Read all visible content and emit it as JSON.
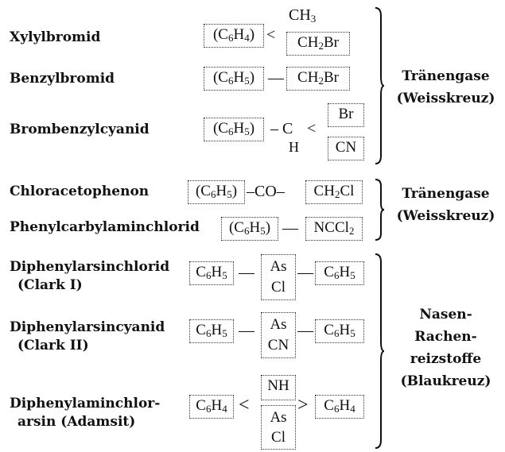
{
  "rows": [
    {
      "name": "Xylylbromid",
      "f": {
        "core": "(C6H4)",
        "op": "<",
        "top": "CH3",
        "bot": "CH2Br"
      }
    },
    {
      "name": "Benzylbromid",
      "f": {
        "core": "(C6H5)",
        "op": "—",
        "r": "CH2Br"
      }
    },
    {
      "name": "Brombenzylcyanid",
      "f": {
        "core": "(C6H5)",
        "op": "– C",
        "h": "H",
        "op2": "<",
        "top": "Br",
        "bot": "CN"
      }
    },
    {
      "name": "Chloracetophenon",
      "f": {
        "core": "(C6H5)",
        "mid": "–CO–",
        "r": "CH2Cl"
      }
    },
    {
      "name": "Phenylcarbylaminchlorid",
      "f": {
        "core": "(C6H5)",
        "op": "—",
        "r": "NCCl2"
      }
    },
    {
      "name": "Diphenylarsinchlorid",
      "sub": "(Clark I)",
      "f": {
        "l": "C6H5",
        "op": "—",
        "top": "As",
        "bot": "Cl",
        "op2": "—",
        "r": "C6H5"
      }
    },
    {
      "name": "Diphenylarsincyanid",
      "sub": "(Clark II)",
      "f": {
        "l": "C6H5",
        "op": "—",
        "top": "As",
        "bot": "CN",
        "op2": "—",
        "r": "C6H5"
      }
    },
    {
      "name": "Diphenylaminchlor-",
      "sub": "arsin (Adamsit)",
      "f": {
        "l": "C6H4",
        "op": "<",
        "top": "NH",
        "bot": "As",
        "bot2": "Cl",
        "op2": ">",
        "r": "C6H4"
      }
    }
  ],
  "groups": [
    {
      "label_1": "Tränengase",
      "label_2": "(Weisskreuz)"
    },
    {
      "label_1": "Tränengase",
      "label_2": "(Weisskreuz)"
    },
    {
      "label_1": "Nasen-",
      "label_2": "Rachen-",
      "label_3": "reizstoffe",
      "label_4": "(Blaukreuz)"
    }
  ]
}
